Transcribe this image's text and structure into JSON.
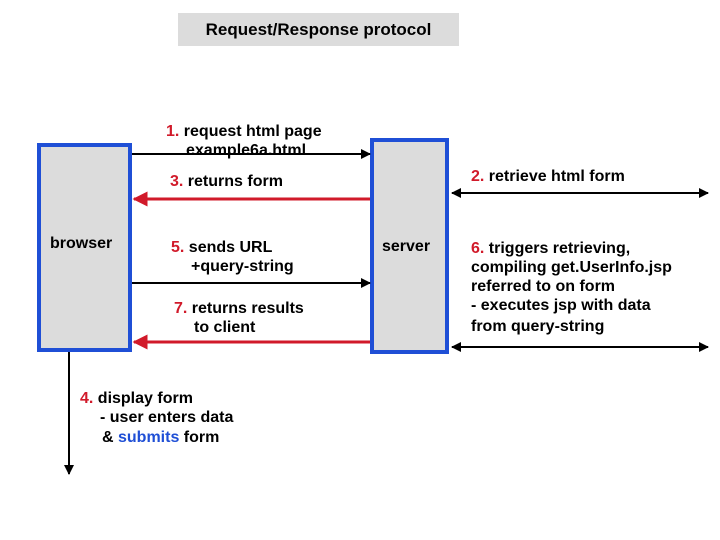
{
  "title": "Request/Response protocol",
  "nodes": {
    "browser": "browser",
    "server": "server"
  },
  "steps": {
    "s1": {
      "num": "1.",
      "line1": " request html page",
      "line2": "example6a.html"
    },
    "s2": {
      "num": "2.",
      "text": " retrieve html form"
    },
    "s3": {
      "num": "3.",
      "text": " returns form"
    },
    "s4": {
      "num": "4.",
      "line1": " display form",
      "line2": "- user enters data",
      "line3_pre": "& ",
      "line3_em": "submits",
      "line3_post": " form"
    },
    "s5": {
      "num": "5.",
      "line1": " sends URL",
      "line2": "+query-string"
    },
    "s6": {
      "num": "6.",
      "line1": " triggers retrieving,",
      "line2": "compiling get.UserInfo.jsp",
      "line3": "referred to on form",
      "line4": "- executes jsp with data",
      "line5": "from query-string"
    },
    "s7": {
      "num": "7.",
      "line1": " returns results",
      "line2": "to client"
    }
  },
  "colors": {
    "box_border": "#1f4fd6",
    "box_fill": "#dcdcdc",
    "step_number": "#d11a2a",
    "request_arrow": "#000000",
    "response_arrow": "#d11a2a",
    "highlight": "#1f4fd6"
  }
}
